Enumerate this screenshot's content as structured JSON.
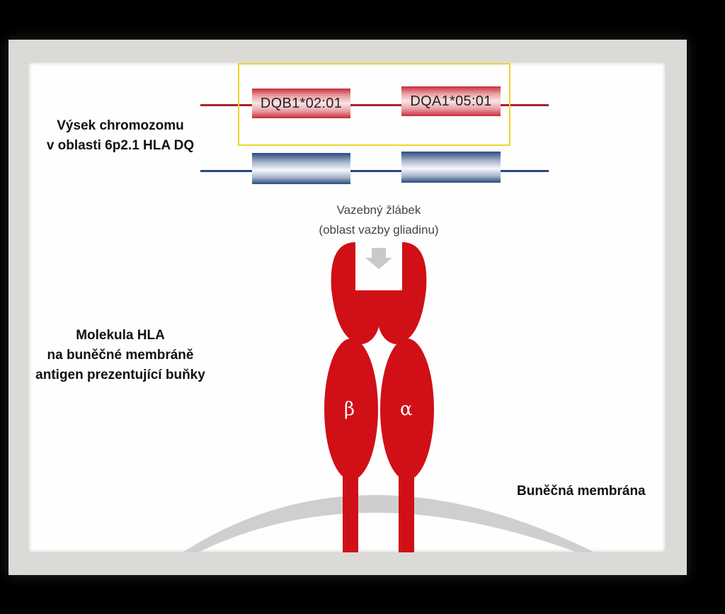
{
  "chromosome_label": [
    "Výsek chromozomu",
    "v oblasti 6p2.1 HLA DQ"
  ],
  "genes": {
    "dqb1": "DQB1*02:01",
    "dqa1": "DQA1*05:01"
  },
  "groove_label": [
    "Vazebný žlábek",
    "(oblast vazby gliadinu)"
  ],
  "molecule_label": [
    "Molekula HLA",
    "na buněčné membráně",
    "antigen prezentující buňky"
  ],
  "membrane_label": "Buněčná membrána",
  "chains": {
    "beta": "β",
    "alpha": "α"
  },
  "colors": {
    "chain_red": "#d10f17",
    "chromosome_red": "#a8232b",
    "chromosome_blue": "#2b4a82",
    "highlight_yellow": "#f0d32a",
    "membrane_gray": "#cfcfcf"
  }
}
